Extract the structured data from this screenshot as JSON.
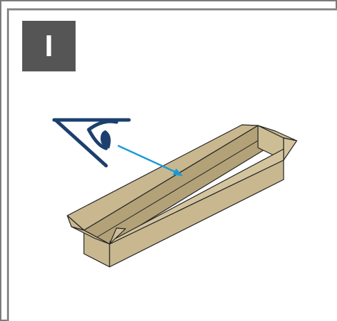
{
  "step": {
    "label": "I"
  },
  "colors": {
    "badge_bg": "#555555",
    "badge_text": "#ffffff",
    "eye_icon": "#1c3f6e",
    "arrow": "#1a9ad6",
    "box_fill": "#c8b78f",
    "box_inner": "#b9a77e",
    "box_outline": "#222222"
  },
  "icons": {
    "eye": "eye-inspect-icon",
    "arrow": "view-direction-arrow",
    "box": "open-long-carton"
  }
}
